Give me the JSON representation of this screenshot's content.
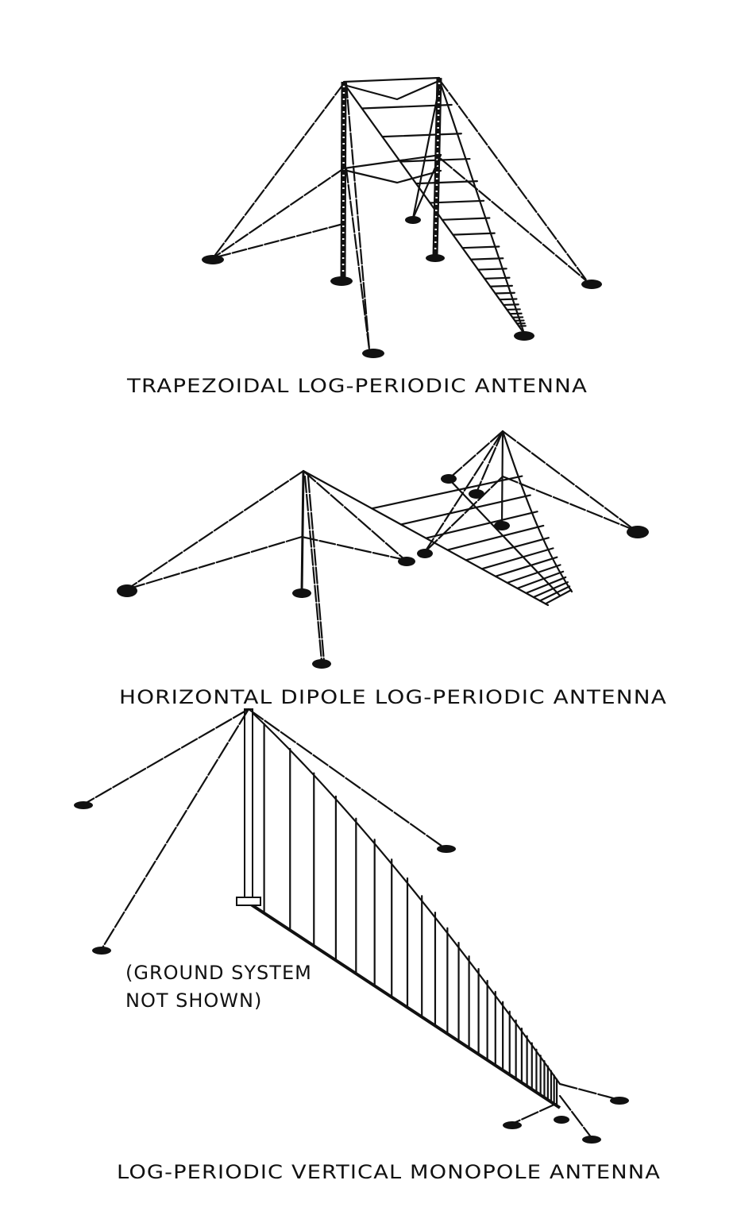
{
  "figure": {
    "antennas": [
      {
        "caption": "TRAPEZOIDAL LOG-PERIODIC ANTENNA"
      },
      {
        "caption": "HORIZONTAL DIPOLE LOG-PERIODIC ANTENNA"
      },
      {
        "caption": "LOG-PERIODIC VERTICAL MONOPOLE ANTENNA"
      }
    ],
    "note_line1": "(GROUND SYSTEM",
    "note_line2": "NOT SHOWN)",
    "colors": {
      "ink": "#111111",
      "background": "#ffffff"
    }
  }
}
